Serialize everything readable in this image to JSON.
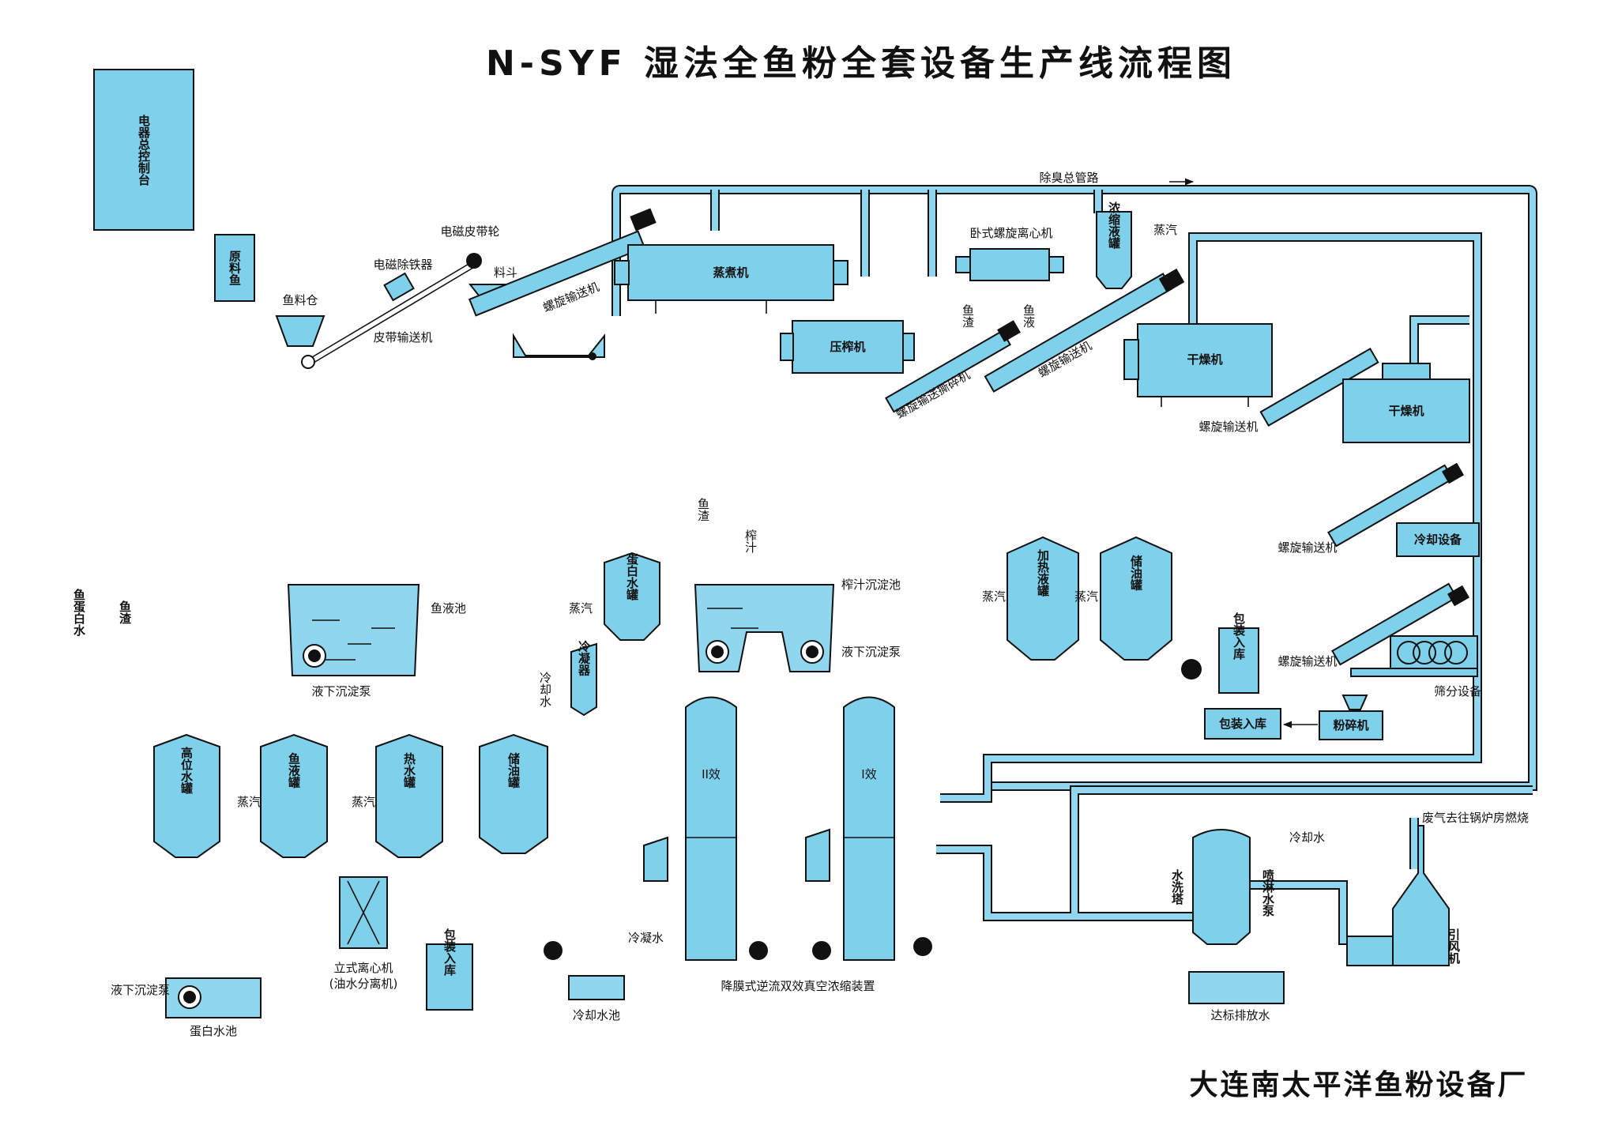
{
  "title": "N-SYF 湿法全鱼粉全套设备生产线流程图",
  "company": "大连南太平洋鱼粉设备厂",
  "colors": {
    "equipment": "#7fd0ea",
    "pipe": "#8fd6ee",
    "line": "#111111"
  },
  "labels": {
    "control_panel": "电器总控制台",
    "raw_fish": "原料鱼",
    "fish_bin": "鱼料仓",
    "magnetic_separator": "电磁除铁器",
    "magnetic_pulley": "电磁皮带轮",
    "belt_conveyor": "皮带输送机",
    "hopper": "料斗",
    "screw_conveyor_1": "螺旋输送机",
    "cooker": "蒸煮机",
    "deodor_main": "除臭总管路",
    "press": "压榨机",
    "decanter": "卧式螺旋离心机",
    "evap_tank": "浓缩液罐",
    "steam": "蒸汽",
    "fish_residue": "鱼渣",
    "fish_liquid": "鱼液",
    "screw_crusher": "螺旋输送撕碎机",
    "screw_conveyor_2": "螺旋输送机",
    "dryer_1": "干燥机",
    "dryer_2": "干燥机",
    "screw_conveyor_3": "螺旋输送机",
    "screw_conveyor_4": "螺旋输送机",
    "screw_conveyor_5": "螺旋输送机",
    "cooling_equipment": "冷却设备",
    "screening_equipment": "筛分设备",
    "grinder": "粉碎机",
    "packing_right": "包装入库",
    "packing_mid": "包装入库",
    "packing_bottom": "包装入库",
    "fish_liquid_pool": "鱼液池",
    "submerged_pump_1": "液下沉淀泵",
    "protein_water_left": "鱼蛋白水",
    "fish_residue_left": "鱼渣",
    "protein_tank": "蛋白水罐",
    "condenser": "冷凝器",
    "cooling_water": "冷却水",
    "press_juice_label_a": "鱼渣",
    "press_juice_label_b": "榨汁",
    "press_juice_pool": "榨汁沉淀池",
    "submerged_pump_2": "液下沉淀泵",
    "heating_tank": "加热液罐",
    "oil_tank_right": "储油罐",
    "high_water_tank": "高位水罐",
    "fish_liquid_tank": "鱼液罐",
    "hot_water_tank": "热水罐",
    "oil_tank_left": "储油罐",
    "evap_2": "II效",
    "evap_1": "I效",
    "condensate": "冷凝水",
    "evaporator_caption": "降膜式逆流双效真空浓缩装置",
    "centrifuge": "立式离心机",
    "centrifuge_sub": "(油水分离机)",
    "submerged_pump_3": "液下沉淀泵",
    "protein_pool": "蛋白水池",
    "cooling_pool": "冷却水池",
    "washing_tower": "水洗塔",
    "spray_pump": "喷淋水泵",
    "cooling_water_right": "冷却水",
    "exhaust": "废气去往锅炉房燃烧",
    "fan": "引风机",
    "discharge": "达标排放水"
  }
}
